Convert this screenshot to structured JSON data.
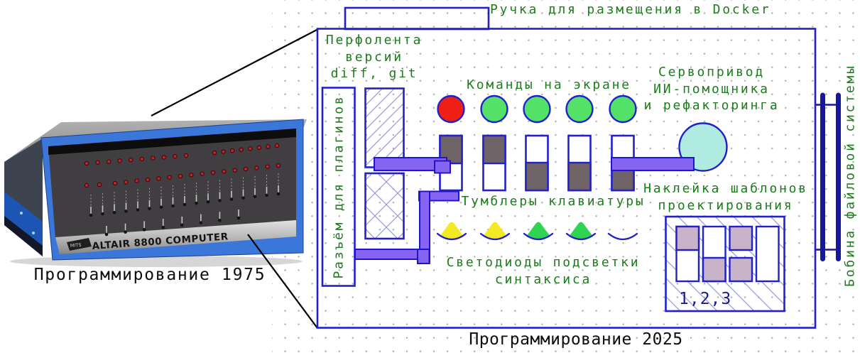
{
  "colors": {
    "outline_blue": "#2121cb",
    "text_green": "#1d7c1d",
    "wire_purple": "#8565f2",
    "wire_purple_stroke": "#2213cf",
    "toggle_gray": "#6f6368",
    "light_red": "#ee2015",
    "light_green": "#53e167",
    "led_yellow": "#f3ea24",
    "led_green": "#2fd452",
    "servo_fill": "#b0ebe2",
    "sticker_cell": "#c9b3c9",
    "reel_navy": "#17179c"
  },
  "left_panel": {
    "caption": "Программирование 1975",
    "machine": {
      "brand_text": "ALTAIR 8800 COMPUTER",
      "logo_text": "MITS"
    }
  },
  "diagram": {
    "caption": "Программирование 2025",
    "handle_label": "Ручка для размещения в Docker",
    "tape_label_lines": [
      "Перфолента",
      "версий",
      "diff, git"
    ],
    "plugins_label": "Разъём для плагинов",
    "commands_label": "Команды на экране",
    "command_lights": [
      "red",
      "green",
      "green",
      "green",
      "green"
    ],
    "toggles_label": "Тумблеры клавиатуры",
    "keyboard_toggles": [
      "top",
      "top",
      "bottom",
      "bottom",
      "bottom"
    ],
    "leds_label_lines": [
      "Светодиоды подсветки",
      "синтаксиса"
    ],
    "syntax_leds": [
      "yellow",
      "yellow",
      "green",
      "green",
      "off"
    ],
    "servo_label_lines": [
      "Сервопривод",
      "ИИ-помощника",
      "и рефакторинга"
    ],
    "sticker_label_lines": [
      "Наклейка шаблонов",
      "проектирования"
    ],
    "sticker_numbers": "1,2,3",
    "sticker_cells": [
      "top",
      "bottom",
      "both",
      "none"
    ],
    "reel_label": "Бобина файловой системы"
  }
}
